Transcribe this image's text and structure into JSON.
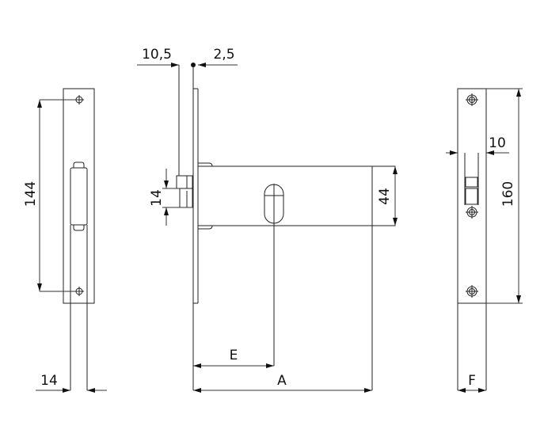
{
  "title": "Lock dimension drawing",
  "dimensions": {
    "left_view": {
      "hole_spacing": "144",
      "body_width": "14"
    },
    "side_view": {
      "faceplate_offset": "10,5",
      "faceplate_thickness": "2,5",
      "bolt_height": "14",
      "body_height": "44",
      "backset": "E",
      "body_length": "A"
    },
    "front_view": {
      "slot_width": "10",
      "plate_height": "160",
      "plate_width": "F"
    }
  }
}
